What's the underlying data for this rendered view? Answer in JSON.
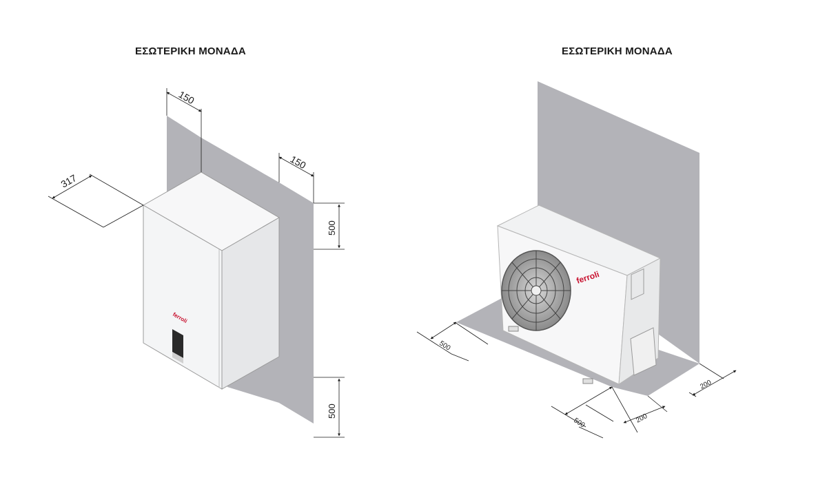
{
  "titles": {
    "left": "ΕΣΩΤΕΡΙΚΗ ΜΟΝΑΔΑ",
    "right": "ΕΣΩΤΕΡΙΚΗ ΜΟΝΑΔΑ"
  },
  "left_unit": {
    "brand": "ferroli",
    "dimensions": {
      "depth": "317",
      "side_top": "150",
      "side_right": "150",
      "top_clearance": "500",
      "bottom_clearance": "500"
    }
  },
  "right_unit": {
    "brand": "ferroli",
    "dimensions": {
      "left_front": "500",
      "front": "500",
      "right_front": "200",
      "right_side": "200"
    }
  },
  "colors": {
    "clearance_zone": "#b3b3b8",
    "unit_body": "#f4f5f6",
    "outline": "#9a9a9a",
    "brand_red": "#c8102e"
  }
}
